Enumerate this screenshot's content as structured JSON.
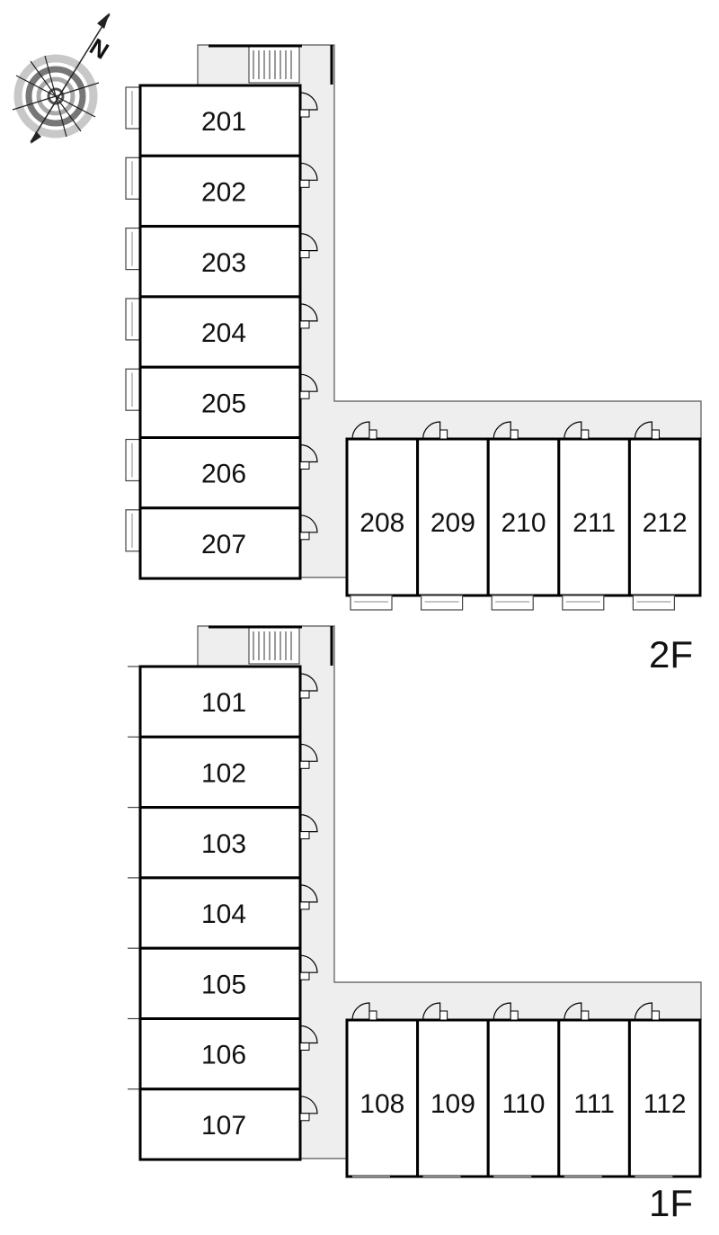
{
  "compass": {
    "label": "N"
  },
  "floors": [
    {
      "label": "2F",
      "west_rooms": [
        "201",
        "202",
        "203",
        "204",
        "205",
        "206",
        "207"
      ],
      "south_rooms": [
        "208",
        "209",
        "210",
        "211",
        "212"
      ]
    },
    {
      "label": "1F",
      "west_rooms": [
        "101",
        "102",
        "103",
        "104",
        "105",
        "106",
        "107"
      ],
      "south_rooms": [
        "108",
        "109",
        "110",
        "111",
        "112"
      ]
    }
  ]
}
